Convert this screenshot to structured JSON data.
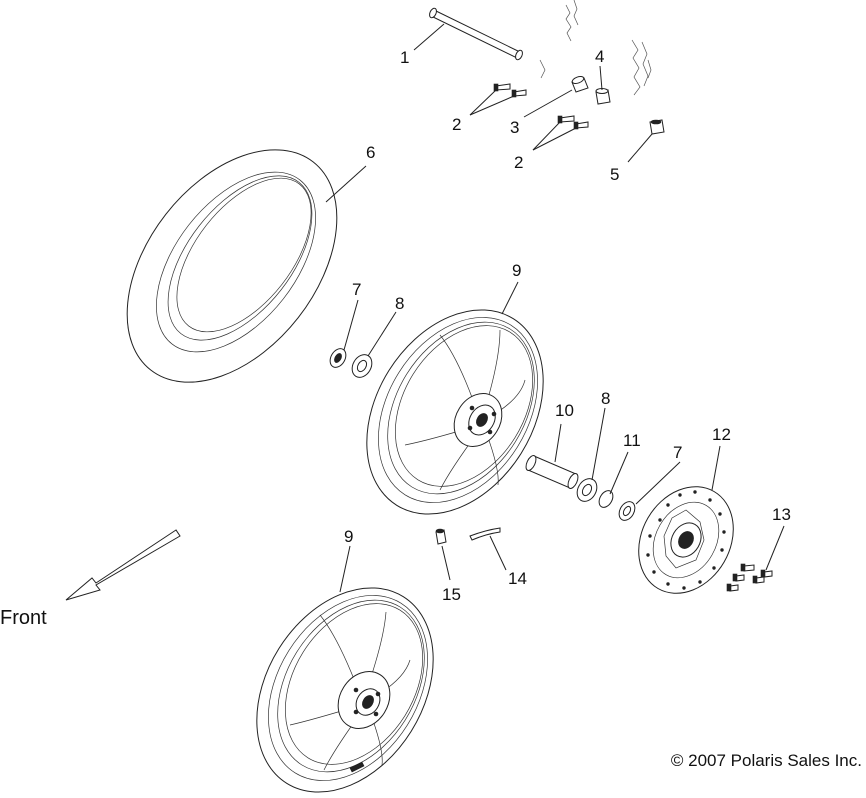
{
  "diagram": {
    "callouts": [
      {
        "id": "c1",
        "label": "1"
      },
      {
        "id": "c2a",
        "label": "2"
      },
      {
        "id": "c2b",
        "label": "2"
      },
      {
        "id": "c3",
        "label": "3"
      },
      {
        "id": "c4",
        "label": "4"
      },
      {
        "id": "c5",
        "label": "5"
      },
      {
        "id": "c6",
        "label": "6"
      },
      {
        "id": "c7a",
        "label": "7"
      },
      {
        "id": "c8a",
        "label": "8"
      },
      {
        "id": "c9a",
        "label": "9"
      },
      {
        "id": "c8b",
        "label": "8"
      },
      {
        "id": "c10",
        "label": "10"
      },
      {
        "id": "c11",
        "label": "11"
      },
      {
        "id": "c7b",
        "label": "7"
      },
      {
        "id": "c12",
        "label": "12"
      },
      {
        "id": "c13",
        "label": "13"
      },
      {
        "id": "c9b",
        "label": "9"
      },
      {
        "id": "c14",
        "label": "14"
      },
      {
        "id": "c15",
        "label": "15"
      }
    ],
    "front_label": "Front",
    "copyright": "© 2007 Polaris Sales Inc."
  }
}
